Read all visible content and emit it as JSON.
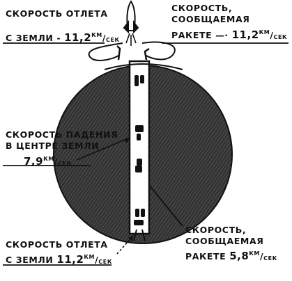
{
  "labels": {
    "top_left": {
      "line1": "скорость отлета",
      "line2_prefix": "с земли -",
      "value": "11,2",
      "unit_top": "км",
      "unit_bottom": "сек"
    },
    "top_right": {
      "line1": "скорость,",
      "line2": "сообщаемая",
      "line3_prefix": "ракете —·",
      "value": "11,2",
      "unit_top": "км",
      "unit_bottom": "сек"
    },
    "middle_left": {
      "line1": "скорость падения",
      "line2": "в центре земли",
      "value": "7,9",
      "unit_top": "км",
      "unit_bottom": "сек"
    },
    "bottom_left": {
      "line1": "скорость отлета",
      "line2_prefix": "с земли",
      "value": "11,2",
      "unit_top": "км",
      "unit_bottom": "сек"
    },
    "bottom_right": {
      "line1": "скорость,",
      "line2": "сообщаемая",
      "line3_prefix": "ракете",
      "value": "5,8",
      "unit_top": "км",
      "unit_bottom": "сек"
    }
  },
  "colors": {
    "ink": "#111111",
    "earth_fill": "#3a3a3a",
    "tunnel": "#ffffff"
  }
}
